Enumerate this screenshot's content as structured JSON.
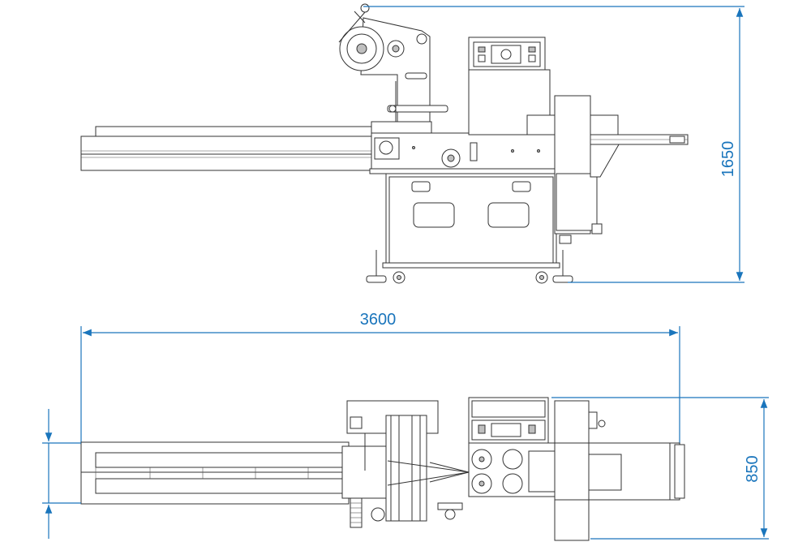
{
  "dimensions": {
    "height_label": "1650",
    "length_label": "3600",
    "width_label": "850"
  },
  "colors": {
    "dimension_line": "#1a75bc",
    "machine_outline": "#333333",
    "background": "#ffffff"
  }
}
